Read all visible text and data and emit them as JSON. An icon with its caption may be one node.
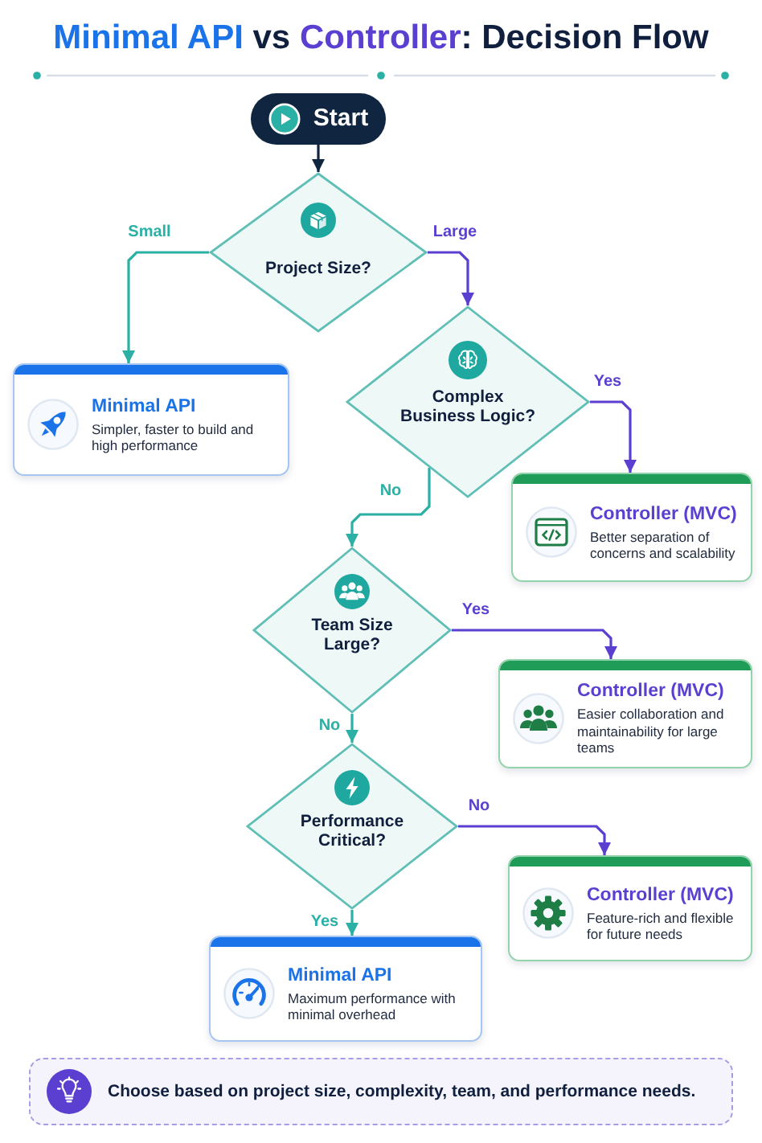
{
  "diagram": {
    "title": "**Minimal API** vs **Controller**: Decision Flow",
    "nodes": [
      {
        "text": [
          "Start"
        ]
      },
      {
        "text": [
          "Project Size?"
        ]
      },
      {
        "text": [
          "Minimal API",
          "Simpler, faster to build and high performance"
        ]
      },
      {
        "text": [
          "Complex Business Logic?"
        ]
      },
      {
        "text": [
          "Controller (MVC)",
          "Better separation of concerns and scalability"
        ]
      },
      {
        "text": [
          "Team Size Large?"
        ]
      },
      {
        "text": [
          "Controller (MVC)",
          "Easier collaboration and maintainability for large teams"
        ]
      },
      {
        "text": [
          "Performance Critical?"
        ]
      },
      {
        "text": [
          "Controller (MVC)",
          "Feature-rich and flexible for future needs"
        ]
      },
      {
        "text": [
          "Minimal API",
          "Maximum performance with minimal overhead"
        ]
      },
      {
        "text": [
          "Choose based on project size, complexity, team, and performance needs."
        ]
      }
    ],
    "edges": [
      {
        "from": 0,
        "to": 1,
        "arrow": "to",
        "color": "#0f2540"
      },
      {
        "from": 1,
        "to": 2,
        "label": "Small",
        "arrow": "to",
        "color": "#2bb0a6"
      },
      {
        "from": 1,
        "to": 3,
        "label": "Large",
        "arrow": "to",
        "color": "#5b3fd1"
      },
      {
        "from": 3,
        "to": 4,
        "label": "Yes",
        "arrow": "to",
        "color": "#5b3fd1"
      },
      {
        "from": 3,
        "to": 5,
        "label": "No",
        "arrow": "to",
        "color": "#2bb0a6"
      },
      {
        "from": 5,
        "to": 6,
        "label": "Yes",
        "arrow": "to",
        "color": "#5b3fd1"
      },
      {
        "from": 5,
        "to": 7,
        "label": "No",
        "arrow": "to",
        "color": "#2bb0a6"
      },
      {
        "from": 7,
        "to": 8,
        "label": "No",
        "arrow": "to",
        "color": "#5b3fd1"
      },
      {
        "from": 7,
        "to": 9,
        "label": "Yes",
        "arrow": "to",
        "color": "#2bb0a6"
      }
    ]
  }
}
